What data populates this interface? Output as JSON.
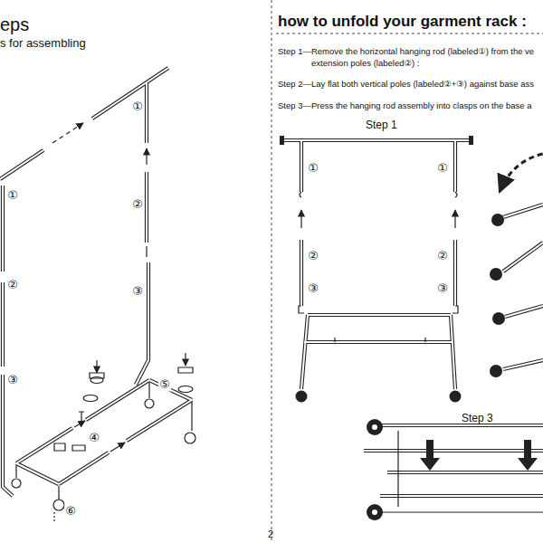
{
  "diagram": {
    "title": "how to unfold your garment rack :",
    "labels": [
      "eps",
      "s for assembling",
      "①",
      "①",
      "②",
      "②",
      "③",
      "③",
      "④",
      "⑤",
      "⑥",
      "Step 1—Remove the horizontal hanging rod (labeled①) from the ve",
      "extension poles (labeled②) :",
      "Step 2—Lay flat both vertical poles (labeled②+③) against base ass",
      "Step 3—Press the hanging rod assembly into clasps on the base a",
      "Step 1",
      "①",
      "①",
      "②",
      "②",
      "③",
      "③",
      "Step 3",
      "2"
    ]
  }
}
